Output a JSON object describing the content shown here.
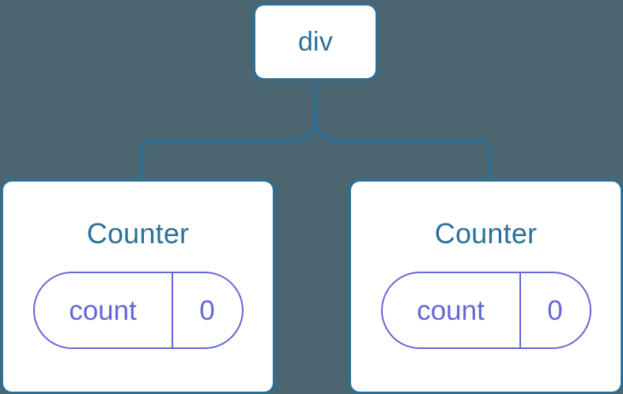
{
  "diagram": {
    "type": "component-tree",
    "background_color": "#4b6670",
    "node_border_color": "#2b7099",
    "node_fill_color": "#ffffff",
    "node_text_color": "#2b7099",
    "state_color": "#6366d8",
    "connector_color": "#2b7099",
    "root": {
      "label": "div"
    },
    "children": [
      {
        "label": "Counter",
        "state": {
          "key": "count",
          "value": "0"
        }
      },
      {
        "label": "Counter",
        "state": {
          "key": "count",
          "value": "0"
        }
      }
    ]
  }
}
